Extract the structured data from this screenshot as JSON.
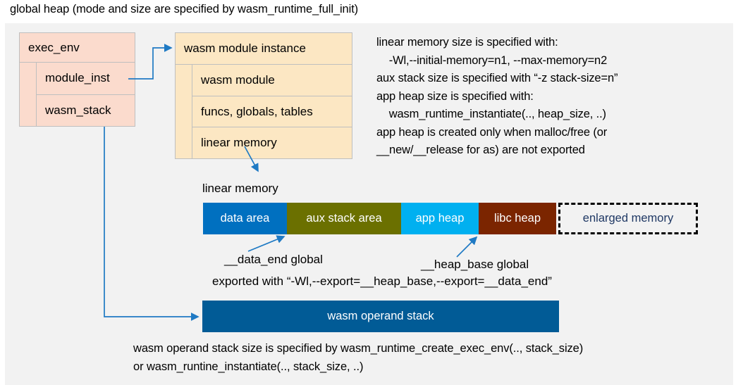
{
  "title": "global heap (mode and size are specified by wasm_runtime_full_init)",
  "colors": {
    "page_background": "#ffffff",
    "panel_background": "#f2f2f2",
    "exec_env_fill": "#fbdbcd",
    "module_inst_fill": "#fce7c3",
    "box_border": "#bfbfbf",
    "connector": "#1f7ac4",
    "data_area": "#0070c0",
    "aux_stack_area": "#6b7000",
    "app_heap": "#00b0f0",
    "libc_heap": "#7b2500",
    "enlarged_memory_text": "#1f3864",
    "operand_stack": "#015b96"
  },
  "exec_env": {
    "header": "exec_env",
    "rows": [
      {
        "label": "module_inst"
      },
      {
        "label": "wasm_stack"
      }
    ]
  },
  "module_instance": {
    "header": "wasm module instance",
    "rows": [
      {
        "label": "wasm module"
      },
      {
        "label": "funcs, globals, tables"
      },
      {
        "label": "linear memory"
      }
    ]
  },
  "right_note": "linear memory size is specified with:\n    -Wl,--initial-memory=n1, --max-memory=n2\naux stack size is specified with “-z stack-size=n”\napp heap size is specified with:\n    wasm_runtime_instantiate(.., heap_size, ..)\napp heap is created only when malloc/free (or\n__new/__release for as) are not exported",
  "linear_memory": {
    "label": "linear memory",
    "segments": [
      {
        "label": "data area",
        "color": "#0070c0",
        "width": 119,
        "style": "solid"
      },
      {
        "label": "aux stack area",
        "color": "#6b7000",
        "width": 162,
        "style": "solid"
      },
      {
        "label": "app heap",
        "color": "#00b0f0",
        "width": 110,
        "style": "solid"
      },
      {
        "label": "libc heap",
        "color": "#7b2500",
        "width": 110,
        "style": "solid"
      },
      {
        "label": "enlarged memory",
        "color": "#f2f2f2",
        "width": 198,
        "style": "dashed"
      }
    ]
  },
  "annotations": {
    "data_end": "__data_end global",
    "heap_base": "__heap_base global",
    "exported_with": "exported with “-Wl,--export=__heap_base,--export=__data_end”"
  },
  "operand_stack": {
    "label": "wasm operand stack"
  },
  "bottom_note": "wasm operand stack size is specified by wasm_runtime_create_exec_env(.., stack_size)\nor wasm_runtine_instantiate(.., stack_size, ..)"
}
